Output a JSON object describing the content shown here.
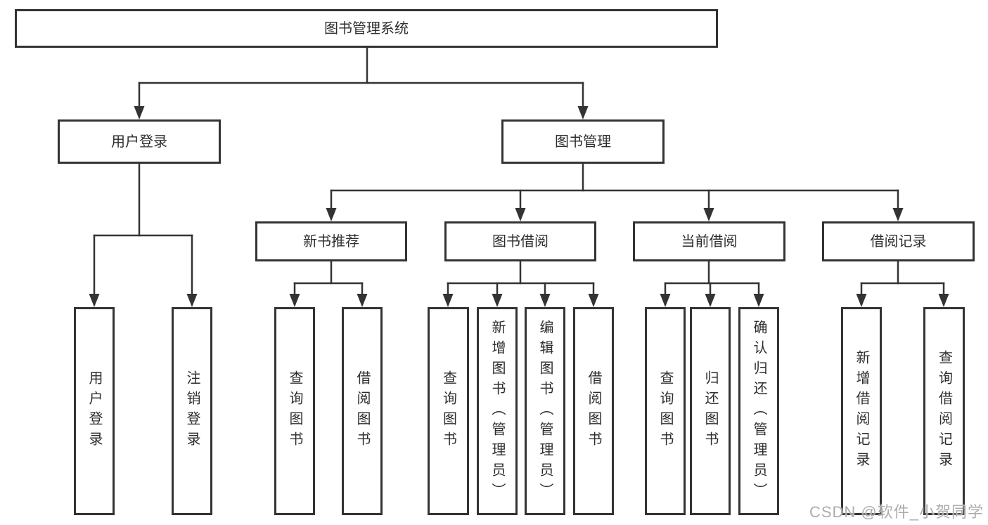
{
  "diagram_type": "tree",
  "tree": {
    "root": {
      "label": "图书管理系统"
    },
    "level2": [
      {
        "id": "user-login",
        "label": "用户登录"
      },
      {
        "id": "book-mgmt",
        "label": "图书管理"
      }
    ],
    "level3": [
      {
        "id": "new-books",
        "parent": "book-mgmt",
        "label": "新书推荐"
      },
      {
        "id": "book-borrow",
        "parent": "book-mgmt",
        "label": "图书借阅"
      },
      {
        "id": "current-borrow",
        "parent": "book-mgmt",
        "label": "当前借阅"
      },
      {
        "id": "borrow-records",
        "parent": "book-mgmt",
        "label": "借阅记录"
      }
    ],
    "leaves": [
      {
        "parent": "user-login",
        "label": "用户登录"
      },
      {
        "parent": "user-login",
        "label": "注销登录"
      },
      {
        "parent": "new-books",
        "label": "查询图书"
      },
      {
        "parent": "new-books",
        "label": "借阅图书"
      },
      {
        "parent": "book-borrow",
        "label": "查询图书"
      },
      {
        "parent": "book-borrow",
        "label": "新增图书（管理员）"
      },
      {
        "parent": "book-borrow",
        "label": "编辑图书（管理员）"
      },
      {
        "parent": "book-borrow",
        "label": "借阅图书"
      },
      {
        "parent": "current-borrow",
        "label": "查询图书"
      },
      {
        "parent": "current-borrow",
        "label": "归还图书"
      },
      {
        "parent": "current-borrow",
        "label": "确认归还（管理员）"
      },
      {
        "parent": "borrow-records",
        "label": "新增借阅记录"
      },
      {
        "parent": "borrow-records",
        "label": "查询借阅记录"
      }
    ]
  },
  "watermark": {
    "text": "CSDN @软件_小贺同学",
    "color": "#acacac"
  },
  "colors": {
    "line": "#333333",
    "box_border": "#333333",
    "box_bg": "#ffffff",
    "text": "#2e2e2e"
  }
}
